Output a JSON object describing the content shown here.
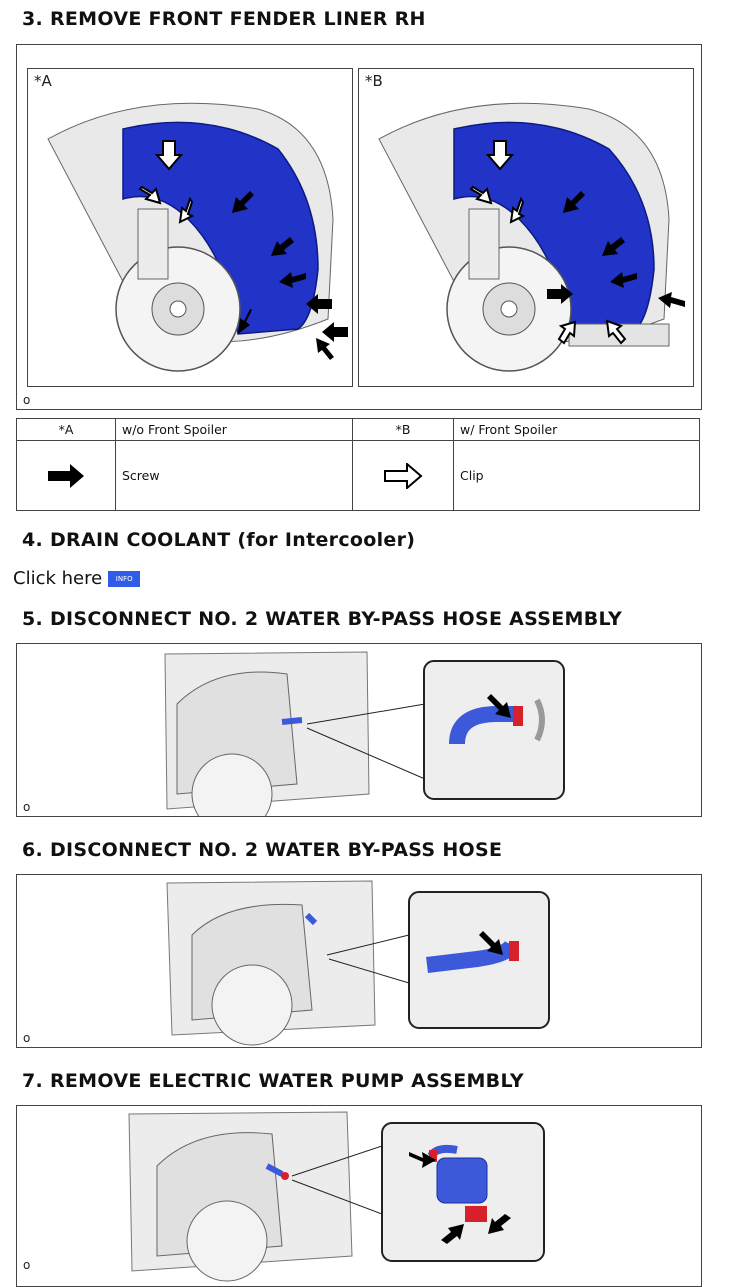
{
  "steps": [
    {
      "number": "3.",
      "title": "REMOVE FRONT FENDER LINER RH"
    },
    {
      "number": "4.",
      "title": "DRAIN COOLANT (for Intercooler)"
    },
    {
      "number": "5.",
      "title": "DISCONNECT NO. 2 WATER BY-PASS HOSE ASSEMBLY"
    },
    {
      "number": "6.",
      "title": "DISCONNECT NO. 2 WATER BY-PASS HOSE"
    },
    {
      "number": "7.",
      "title": "REMOVE ELECTRIC WATER PUMP ASSEMBLY"
    }
  ],
  "figure3": {
    "panel_a_label": "*A",
    "panel_b_label": "*B",
    "corner_mark": "o"
  },
  "legend": {
    "a_key": "*A",
    "a_desc": "w/o Front Spoiler",
    "b_key": "*B",
    "b_desc": "w/ Front Spoiler",
    "screw_label": "Screw",
    "clip_label": "Clip"
  },
  "link": {
    "text": "Click here",
    "badge": "INFO"
  },
  "figure5": {
    "corner_mark": "o"
  },
  "figure6": {
    "corner_mark": "o"
  },
  "figure7": {
    "corner_mark": "o"
  },
  "colors": {
    "liner_blue": "#2233c8",
    "hose_blue": "#3b59d8",
    "clamp_red": "#d8202a",
    "info_blue": "#2f5de8"
  }
}
